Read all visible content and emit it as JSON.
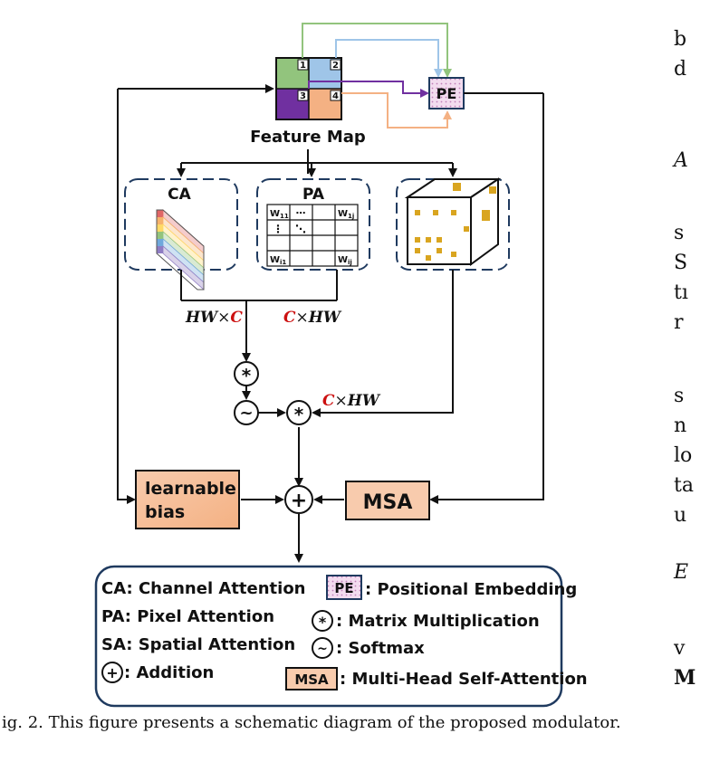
{
  "feature_map": {
    "title": "Feature Map",
    "cells": [
      "1",
      "2",
      "3",
      "4"
    ]
  },
  "pe_label": "PE",
  "ca": {
    "title": "CA"
  },
  "pa": {
    "title": "PA",
    "w11": "W",
    "w11_sub": "11",
    "w1j": "W",
    "w1j_sub": "1j",
    "wi1": "W",
    "wi1_sub": "i1",
    "wij": "W",
    "wij_sub": "ij",
    "dots_h": "⋯",
    "dots_v": "⋮",
    "dots_d": "⋱"
  },
  "sa": {
    "title": "SA"
  },
  "formulas": {
    "f1_pre": "HW",
    "f1_times": "×",
    "f1_c": "C",
    "f2_c": "C",
    "f2_times": "×",
    "f2_post": "HW",
    "f3_c": "C",
    "f3_times": "×",
    "f3_post": "HW"
  },
  "symbols": {
    "mult": "*",
    "softmax": "~",
    "add": "+"
  },
  "learnable_bias": {
    "line1": "learnable",
    "line2": "bias"
  },
  "msa_label": "MSA",
  "legend": {
    "ca": "CA: Channel Attention",
    "pa": "PA: Pixel Attention",
    "sa": "SA: Spatial Attention",
    "addition": ": Addition",
    "pe_box": "PE",
    "pe": ": Positional Embedding",
    "matmul": ": Matrix Multiplication",
    "softmax": ": Softmax",
    "msa_box": "MSA",
    "msa": ": Multi-Head Self-Attention"
  },
  "caption": "ig. 2.  This figure presents a schematic diagram of the proposed modulator.",
  "right_column": [
    "b",
    "d",
    "A",
    "s",
    "S",
    "tı",
    "r",
    "s",
    "n",
    "lo",
    "ta",
    "u",
    "E",
    "v",
    "M"
  ],
  "colors": {
    "green": "#92c47d",
    "blue": "#9fc5e8",
    "purple": "#7030a0",
    "orange": "#f4b183",
    "pe_fill": "#f3dcef",
    "peach": "#f8cbad",
    "gold": "#d9a520",
    "dashed": "#1f3a5f"
  }
}
